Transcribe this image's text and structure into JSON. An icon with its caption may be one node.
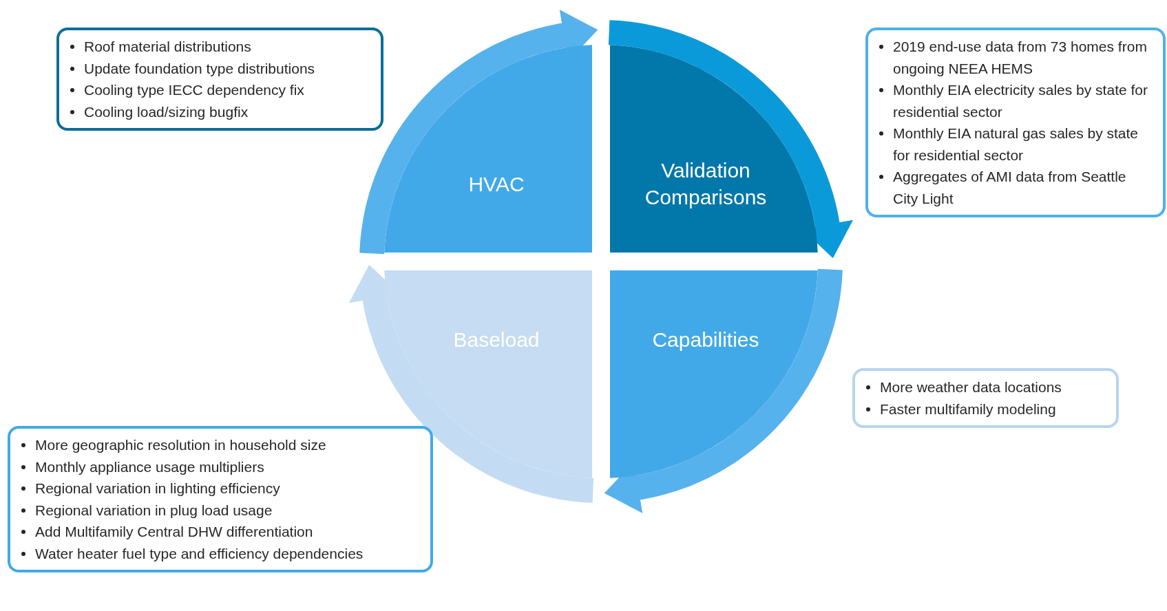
{
  "diagram": {
    "nodes": [
      {
        "text": [
          "HVAC"
        ]
      },
      {
        "text": [
          "Validation Comparisons"
        ]
      },
      {
        "text": [
          "Capabilities"
        ]
      },
      {
        "text": [
          "Baseload"
        ]
      },
      {
        "text": [
          "Roof material distributions",
          "Update foundation type distributions",
          "Cooling type IECC dependency fix",
          "Cooling load/sizing bugfix"
        ]
      },
      {
        "text": [
          "2019 end-use data from 73 homes from ongoing NEEA HEMS",
          "Monthly EIA electricity sales by state for residential sector",
          "Monthly EIA natural gas sales by state for residential sector",
          "Aggregates of AMI data from Seattle City Light"
        ]
      },
      {
        "text": [
          "More weather data locations",
          "Faster multifamily modeling"
        ]
      },
      {
        "text": [
          "More geographic resolution in household size",
          "Monthly appliance usage multipliers",
          "Regional variation in lighting efficiency",
          "Regional variation in plug load usage",
          "Add Multifamily Central DHW differentiation",
          "Water heater fuel type and efficiency dependencies"
        ]
      }
    ],
    "edges": [
      {
        "from": 0,
        "to": 1,
        "arrow": "to"
      },
      {
        "from": 1,
        "to": 2,
        "arrow": "to",
        "color": "#0a9ad9"
      },
      {
        "from": 2,
        "to": 3,
        "arrow": "to"
      },
      {
        "from": 3,
        "to": 0,
        "arrow": "to",
        "color": "#c3dcf3"
      }
    ]
  }
}
